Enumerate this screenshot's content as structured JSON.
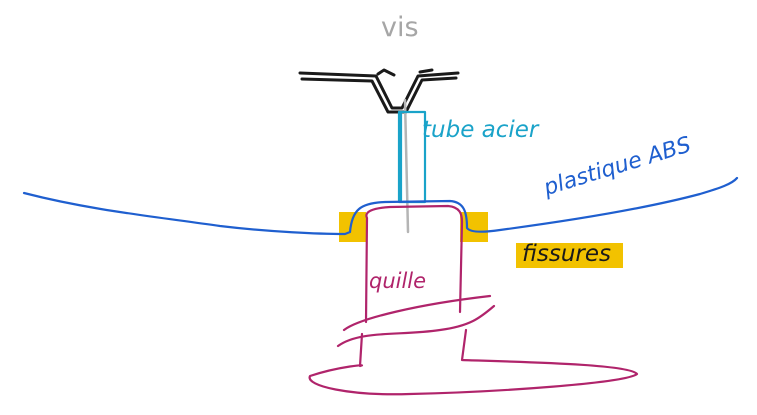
{
  "labels": {
    "screw": "vis",
    "tube": "tube acier",
    "abs": "plastique ABS",
    "cracks": "fissures",
    "keel": "quille"
  },
  "colors": {
    "screw_outline": "#1a1a1a",
    "screw_shaft": "#b5b5b5",
    "screw_label": "#a6a6a6",
    "tube": "#1aa3c9",
    "abs_sheet": "#1f5fcf",
    "keel": "#b0246b",
    "crack_highlight": "#f2c200",
    "background": "#ffffff"
  },
  "icons": {
    "screw": "screw-icon",
    "tube": "steel-tube-icon",
    "keel": "keel-icon"
  }
}
